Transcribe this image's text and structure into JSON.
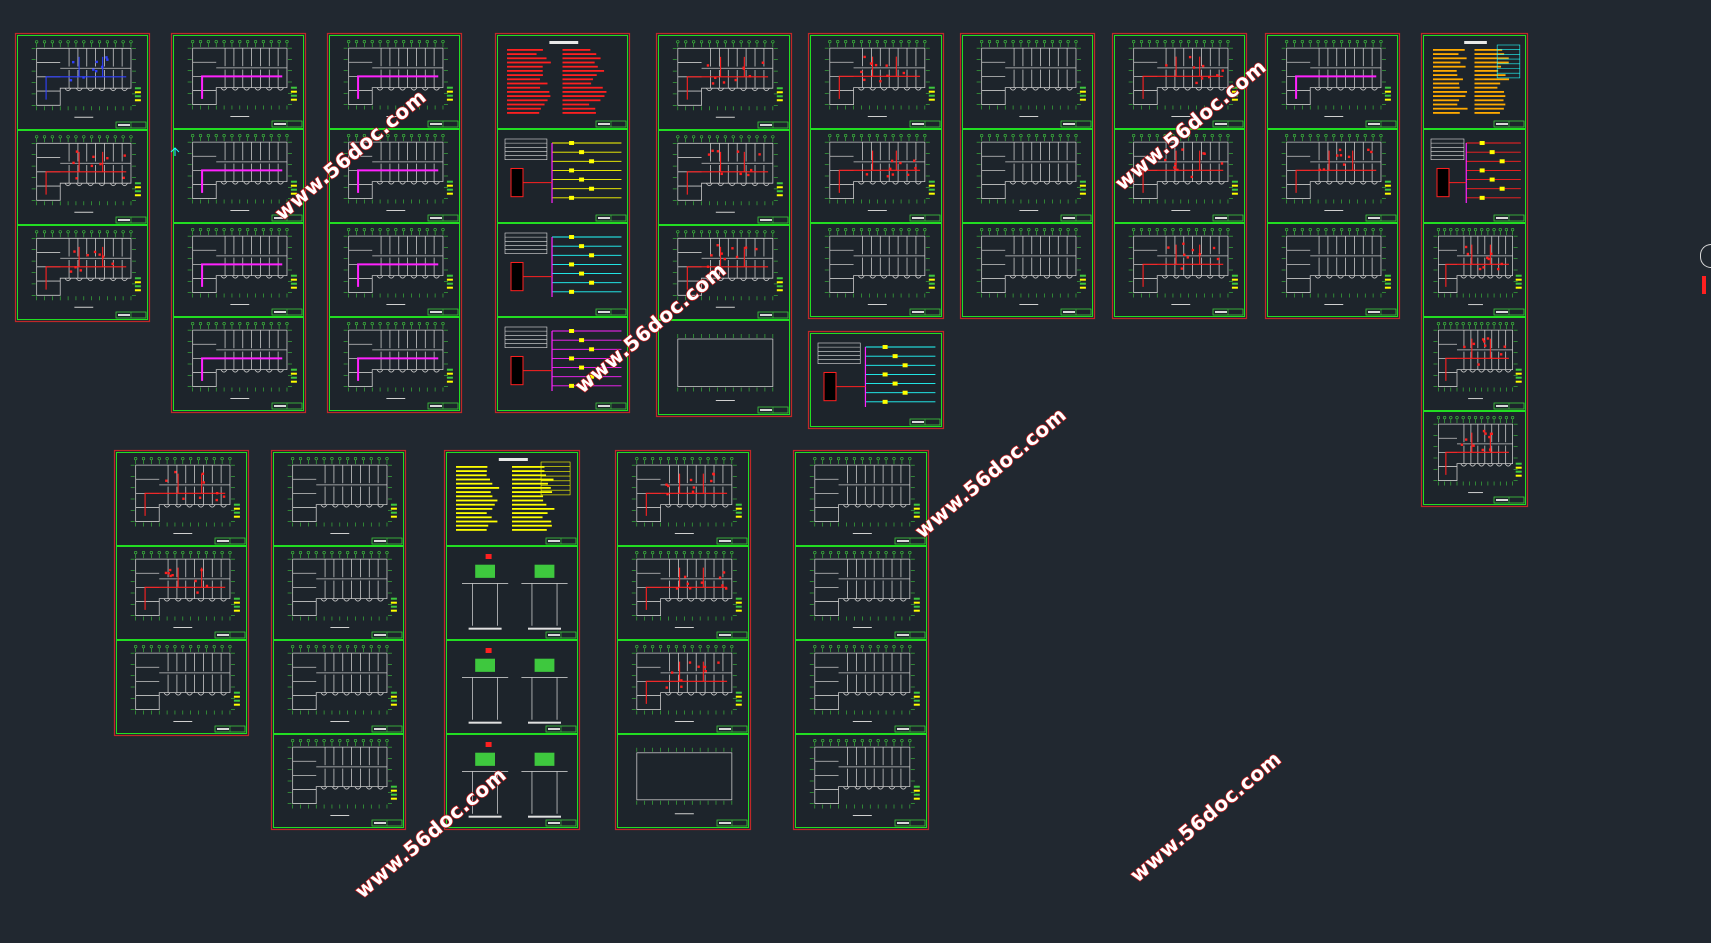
{
  "app": {
    "view": "cad-model-space",
    "background_color": "#212830"
  },
  "watermark": {
    "text": "www.56doc.com",
    "fill_color": "#ffffff",
    "outline_color": "#c01818"
  },
  "sheet_style": {
    "outer_border_color": "#c02828",
    "inner_border_color": "#22dd22",
    "drawing_line_color": "#3ec83e",
    "title_block_color": "#3ec83e"
  },
  "annotation_colors": {
    "red": "#ff2020",
    "magenta": "#ff22ff",
    "yellow": "#ffff00",
    "cyan": "#22ffff",
    "orange": "#ffaa00",
    "blue": "#3040ff"
  },
  "sheet_kinds": [
    "floor-plan",
    "system-diagram",
    "notes",
    "details",
    "site-outline"
  ]
}
